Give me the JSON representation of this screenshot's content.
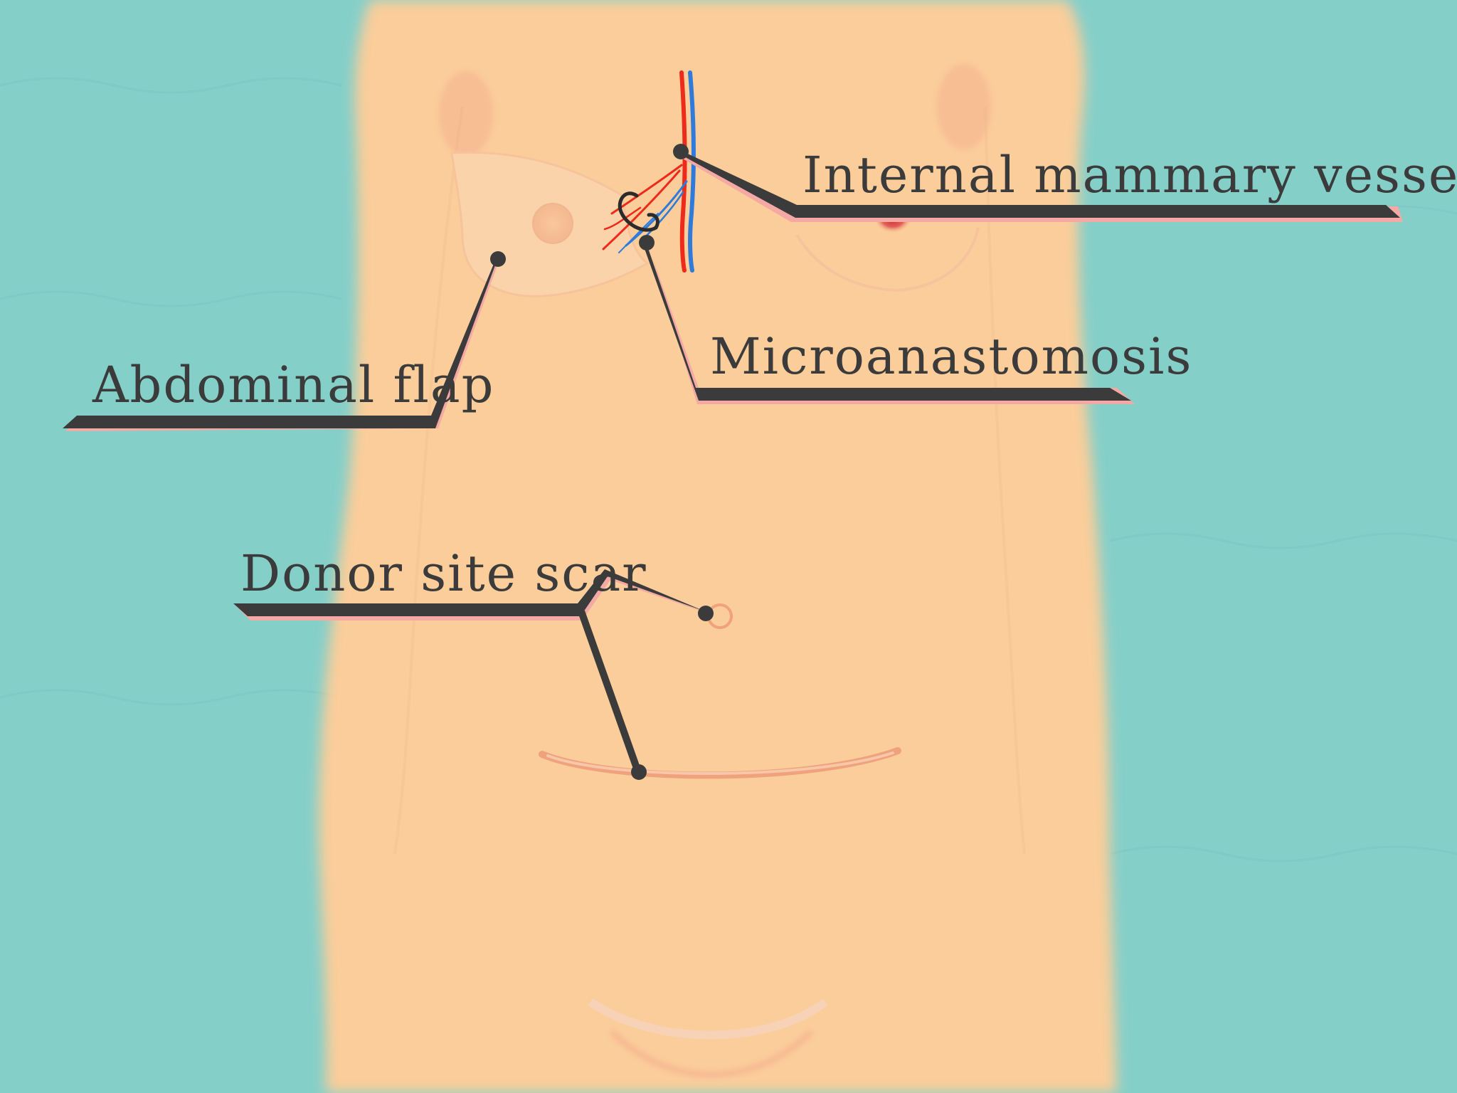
{
  "labels": {
    "internal_mammary_vessels": "Internal mammary vessels",
    "microanastomosis": "Microanastomosis",
    "abdominal_flap": "Abdominal flap",
    "donor_site_scar": "Donor site scar"
  },
  "colors": {
    "background": "#85cfc9",
    "skin": "#fbcd9a",
    "skin_shadow": "#f0b78a",
    "leader": "#3b3b3b",
    "leader_shadow": "#f4a9a4",
    "artery": "#ee2a1a",
    "vein": "#2e7bdc",
    "nipple": "#d63d3a",
    "scar": "#efa27c"
  }
}
